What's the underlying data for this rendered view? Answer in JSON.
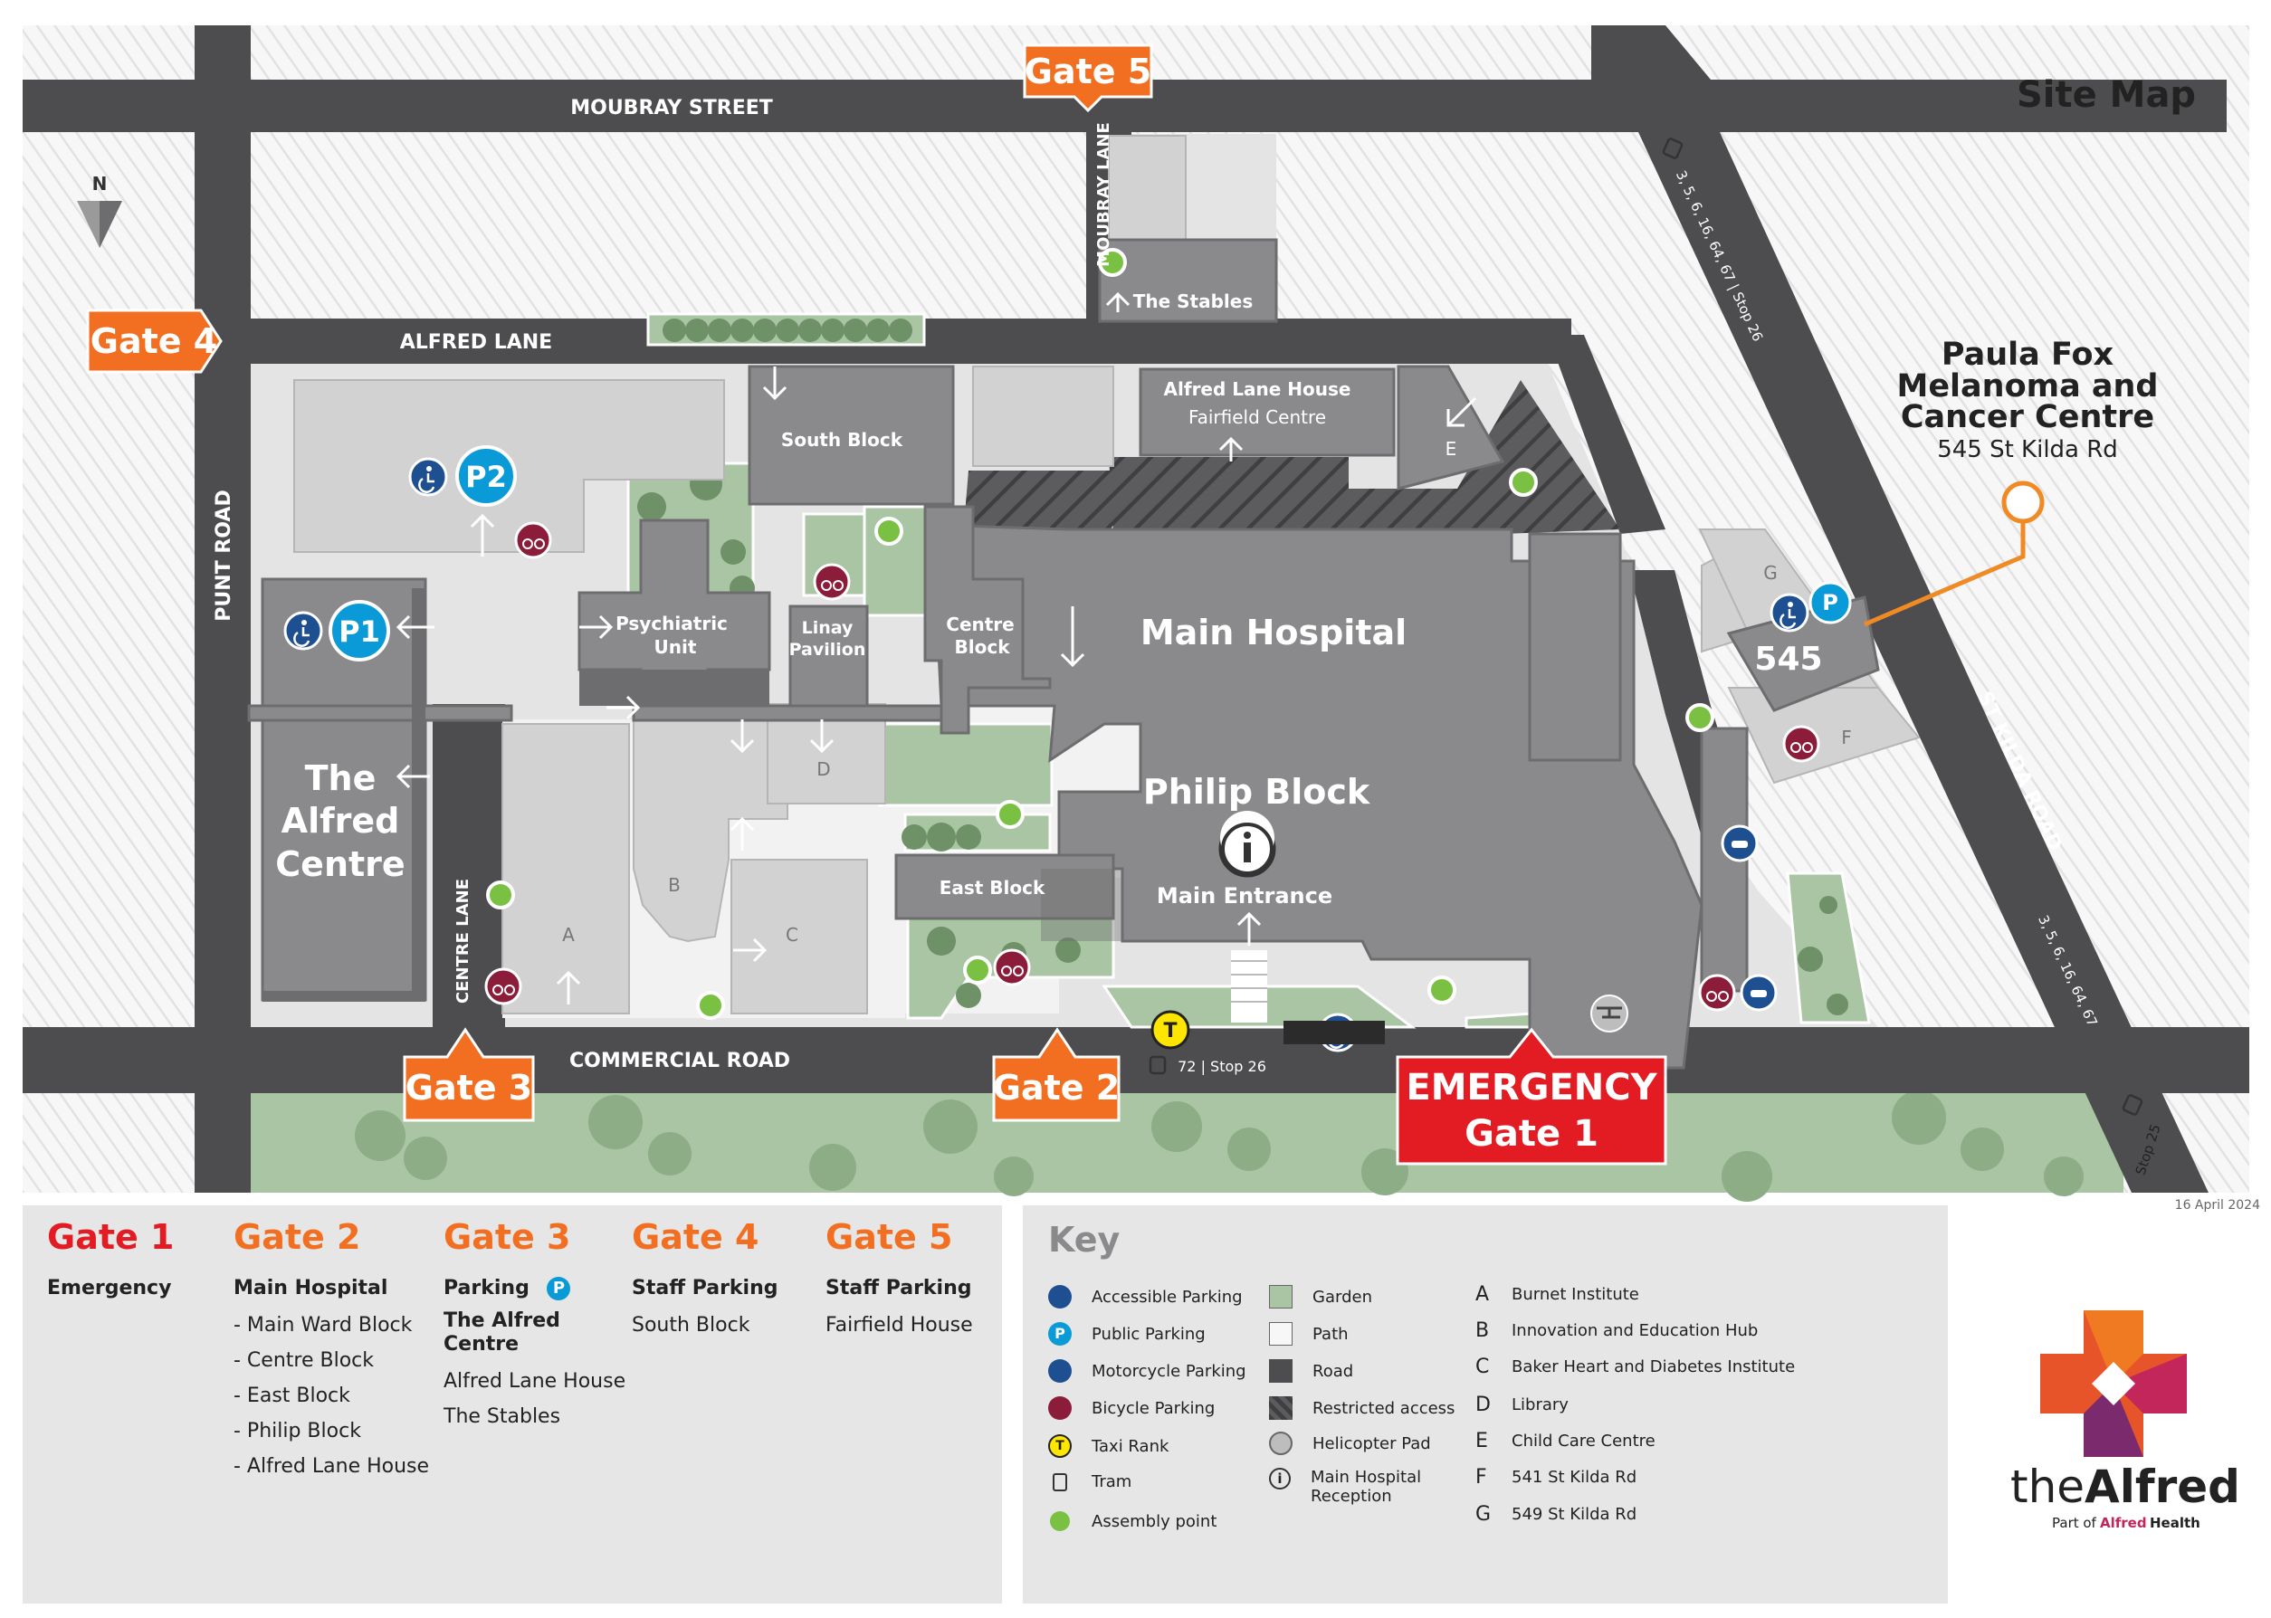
{
  "title": "Site Map",
  "date": "16 April 2024",
  "streets": {
    "moubray_street": "MOUBRAY STREET",
    "moubray_lane": "MOUBRAY LANE",
    "alfred_lane": "ALFRED LANE",
    "punt_road": "PUNT ROAD",
    "centre_lane": "CENTRE LANE",
    "commercial_road": "COMMERCIAL ROAD",
    "st_kilda_road": "ST KILDA ROAD"
  },
  "tram_stops": {
    "north": "3, 5, 6, 16, 64, 67 | Stop 26",
    "south": "3, 5, 6, 16, 64, 67",
    "stop25": "Stop 25",
    "commercial": "72 | Stop 26"
  },
  "gates": {
    "gate1_line1": "EMERGENCY",
    "gate1_line2": "Gate 1",
    "gate2": "Gate 2",
    "gate3": "Gate 3",
    "gate4": "Gate 4",
    "gate5": "Gate 5"
  },
  "buildings": {
    "main_hospital": "Main Hospital",
    "philip_block": "Philip Block",
    "main_entrance": "Main Entrance",
    "south_block": "South Block",
    "alfred_lane_house": "Alfred Lane House",
    "fairfield_centre": "Fairfield Centre",
    "the_stables": "The Stables",
    "psychiatric_unit_1": "Psychiatric",
    "psychiatric_unit_2": "Unit",
    "linay_1": "Linay",
    "linay_2": "Pavilion",
    "centre_block_1": "Centre",
    "centre_block_2": "Block",
    "east_block": "East Block",
    "alfred_centre_1": "The",
    "alfred_centre_2": "Alfred",
    "alfred_centre_3": "Centre",
    "b545": "545",
    "letter_a": "A",
    "letter_b": "B",
    "letter_c": "C",
    "letter_d": "D",
    "letter_e": "E",
    "letter_f": "F",
    "letter_g": "G",
    "p1": "P1",
    "p2": "P2"
  },
  "paula_fox": {
    "line1": "Paula Fox",
    "line2": "Melanoma and",
    "line3": "Cancer Centre",
    "address": "545 St Kilda Rd"
  },
  "legend_gates": [
    {
      "title": "Gate 1",
      "color": "#e31b23",
      "sub": [
        "Emergency"
      ],
      "items": []
    },
    {
      "title": "Gate 2",
      "color": "#f26f21",
      "sub": [
        "Main Hospital"
      ],
      "items": [
        "- Main Ward Block",
        "- Centre Block",
        "- East Block",
        "- Philip Block",
        "- Alfred Lane House"
      ]
    },
    {
      "title": "Gate 3",
      "color": "#f26f21",
      "sub": [
        "Parking",
        "The Alfred",
        "Centre"
      ],
      "items": [
        "Alfred Lane House",
        "The Stables"
      ]
    },
    {
      "title": "Gate 4",
      "color": "#f26f21",
      "sub": [
        "Staff Parking"
      ],
      "items": [
        "South Block"
      ]
    },
    {
      "title": "Gate 5",
      "color": "#f26f21",
      "sub": [
        "Staff Parking"
      ],
      "items": [
        "Fairfield House"
      ]
    }
  ],
  "key": {
    "title": "Key",
    "icons": [
      "Accessible Parking",
      "Public Parking",
      "Motorcycle Parking",
      "Bicycle Parking",
      "Taxi Rank",
      "Tram",
      "Assembly point"
    ],
    "areas": [
      "Garden",
      "Path",
      "Road",
      "Restricted access",
      "Helicopter Pad",
      "Main Hospital",
      "Reception"
    ],
    "letters": [
      {
        "letter": "A",
        "name": "Burnet Institute"
      },
      {
        "letter": "B",
        "name": "Innovation and Education Hub"
      },
      {
        "letter": "C",
        "name": "Baker Heart and Diabetes Institute"
      },
      {
        "letter": "D",
        "name": "Library"
      },
      {
        "letter": "E",
        "name": "Child Care Centre"
      },
      {
        "letter": "F",
        "name": "541 St Kilda Rd"
      },
      {
        "letter": "G",
        "name": "549 St Kilda Rd"
      }
    ]
  },
  "logo": {
    "the": "the",
    "alfred": "Alfred",
    "part_of": "Part of",
    "alfred_health_a": "Alfred",
    "alfred_health_b": "Health"
  },
  "colors": {
    "road": "#4d4d4f",
    "building": "#8a8a8c",
    "building_dark": "#6d6d6f",
    "ground": "#d8d8d8",
    "garden": "#a9c5a3",
    "gate_orange": "#f26f21",
    "emergency_red": "#e31b23",
    "parking_blue": "#0a9ad7",
    "accessible_blue": "#1d4f91",
    "bicycle_maroon": "#8c1d3a",
    "assembly_green": "#7ac143",
    "taxi_yellow": "#ffe600"
  }
}
